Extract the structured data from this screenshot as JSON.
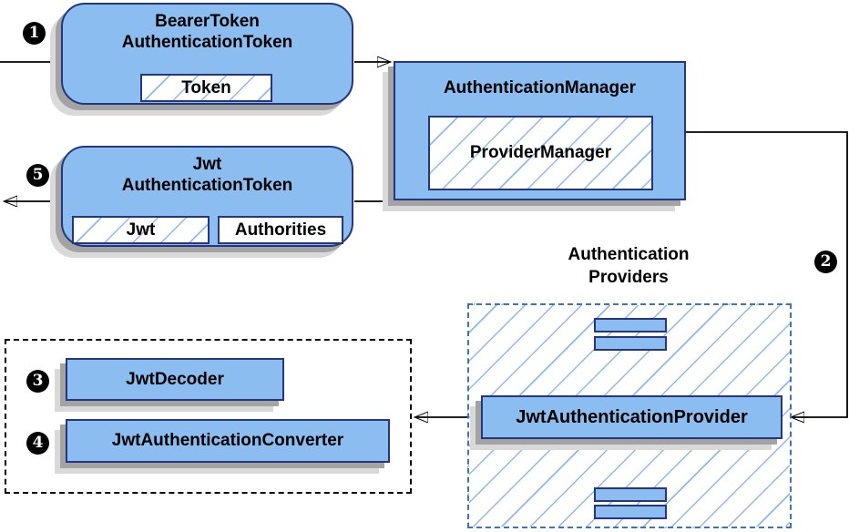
{
  "diagram": {
    "bearer_token_box": {
      "title_line1": "BearerToken",
      "title_line2": "AuthenticationToken",
      "chip": "Token"
    },
    "authentication_manager_box": {
      "title": "AuthenticationManager",
      "chip": "ProviderManager"
    },
    "jwt_token_box": {
      "title_line1": "Jwt",
      "title_line2": "AuthenticationToken",
      "chip_jwt": "Jwt",
      "chip_authorities": "Authorities"
    },
    "providers_group": {
      "label_line1": "Authentication",
      "label_line2": "Providers",
      "provider_box": "JwtAuthenticationProvider"
    },
    "decoder_group": {
      "decoder_box": "JwtDecoder",
      "converter_box": "JwtAuthenticationConverter"
    },
    "steps": {
      "s1": "1",
      "s2": "2",
      "s3": "3",
      "s4": "4",
      "s5": "5"
    },
    "colors": {
      "node_fill": "#8bbdf0",
      "node_border": "#25357e",
      "hatch_line": "#8fb9e8",
      "providers_dashed_border": "#3f73b8",
      "decoder_dashed_border": "#000000",
      "arrow": "#000000",
      "shadow_dark": "#a3a3a3",
      "shadow_light": "#d9d9d9",
      "badge_bg": "#000000",
      "badge_text": "#ffffff"
    }
  }
}
